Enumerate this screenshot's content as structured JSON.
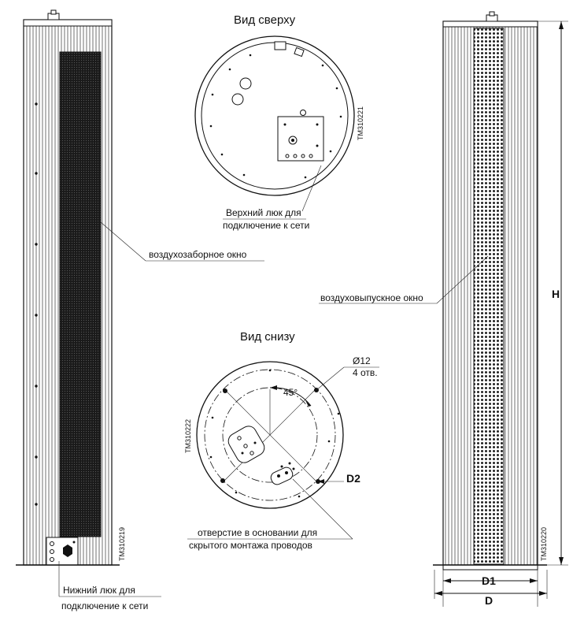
{
  "views": {
    "top_title": "Вид сверху",
    "bottom_title": "Вид снизу"
  },
  "labels": {
    "intake_window": "воздухозаборное окно",
    "outlet_window": "воздуховыпускное окно",
    "top_hatch_line1": "Верхний люк для",
    "top_hatch_line2": "подключение к сети",
    "bottom_hatch_line1": "Нижний люк для",
    "bottom_hatch_line2": "подключение к сети",
    "base_hole_line1": "отверстие в основании для",
    "base_hole_line2": "скрытого монтажа проводов",
    "hole_diameter": "Ø12",
    "hole_count": "4 отв.",
    "angle": "45°"
  },
  "dimensions": {
    "height": "H",
    "inner_diameter": "D1",
    "outer_diameter": "D",
    "bottom_d2": "D2"
  },
  "drawing_codes": {
    "left_column": "TM310219",
    "top_view": "TM310221",
    "bottom_view": "TM310222",
    "right_column": "TM310220"
  }
}
